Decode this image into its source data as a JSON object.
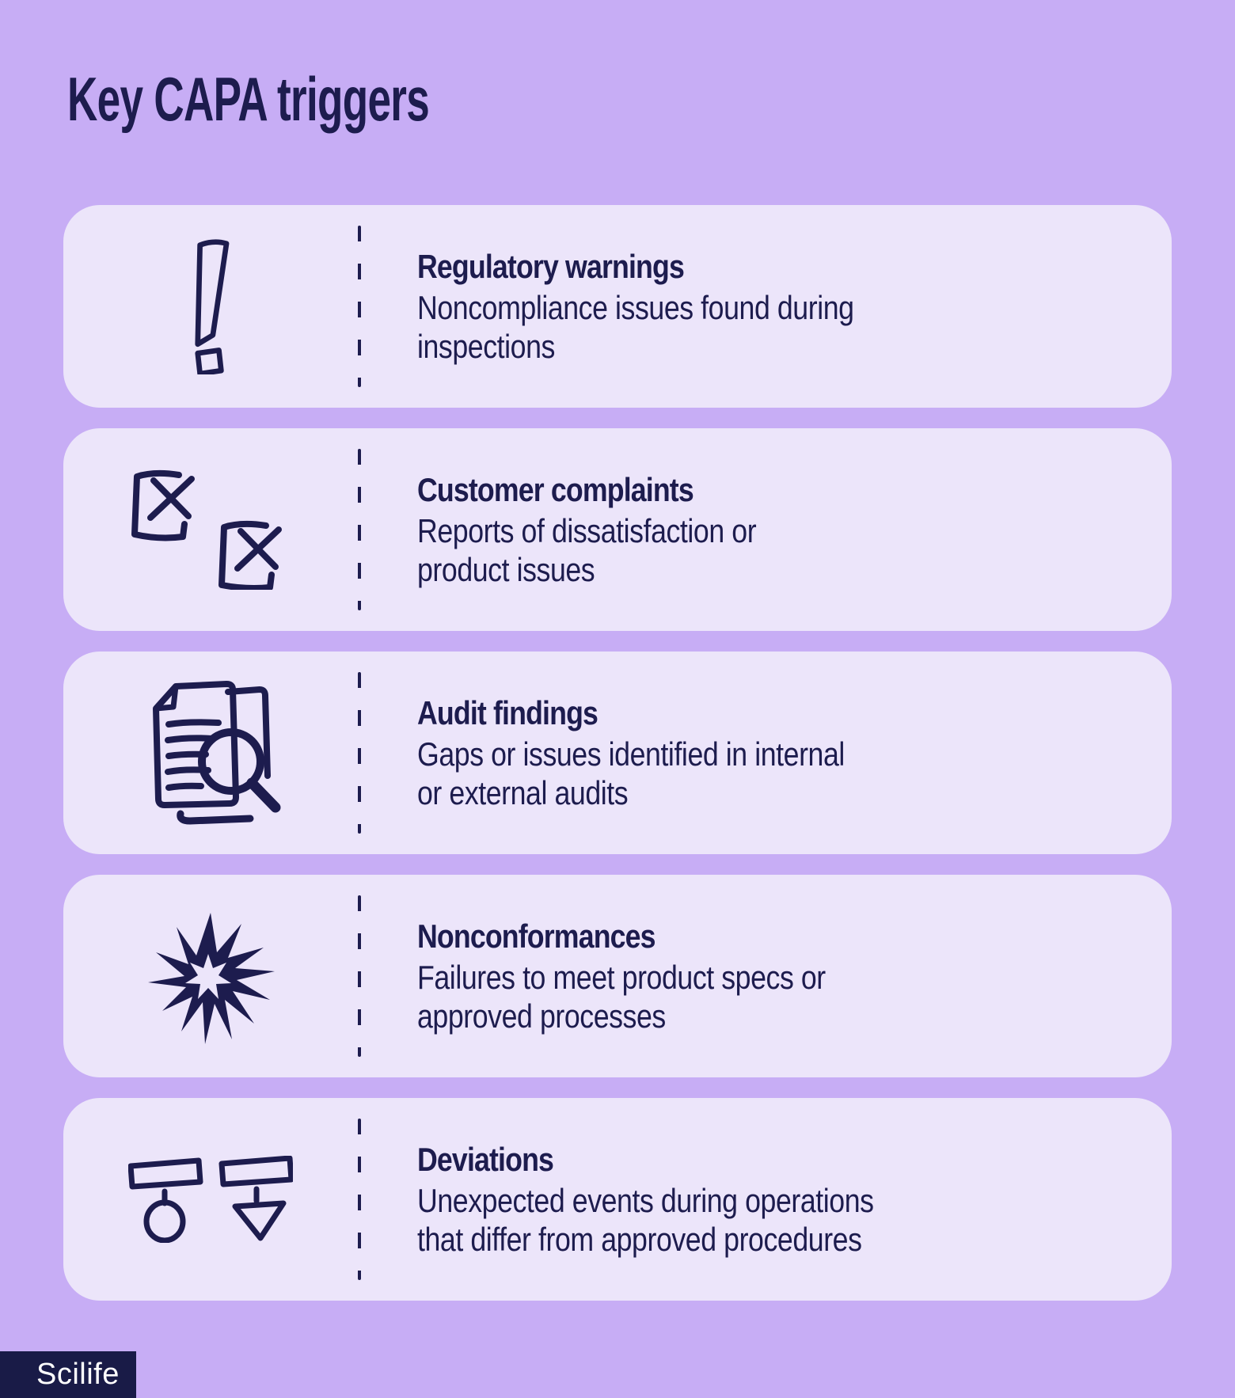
{
  "page": {
    "title": "Key CAPA triggers"
  },
  "colors": {
    "background": "#c7adf5",
    "card_background": "#ece5fa",
    "ink": "#1d1c4e",
    "footer_background": "#191b47",
    "footer_text": "#ffffff"
  },
  "cards": [
    {
      "icon": "exclamation-icon",
      "title": "Regulatory warnings",
      "description": "Noncompliance issues found during\ninspections"
    },
    {
      "icon": "rejected-boxes-icon",
      "title": "Customer complaints",
      "description": "Reports of dissatisfaction or\nproduct issues"
    },
    {
      "icon": "document-magnifier-icon",
      "title": "Audit findings",
      "description": "Gaps or issues identified in internal\nor external audits"
    },
    {
      "icon": "burst-icon",
      "title": "Nonconformances",
      "description": "Failures to meet product specs or\napproved processes"
    },
    {
      "icon": "deviation-pins-icon",
      "title": "Deviations",
      "description": "Unexpected events during operations\nthat differ from approved procedures"
    }
  ],
  "footer": {
    "logo_text": "Scilife"
  }
}
